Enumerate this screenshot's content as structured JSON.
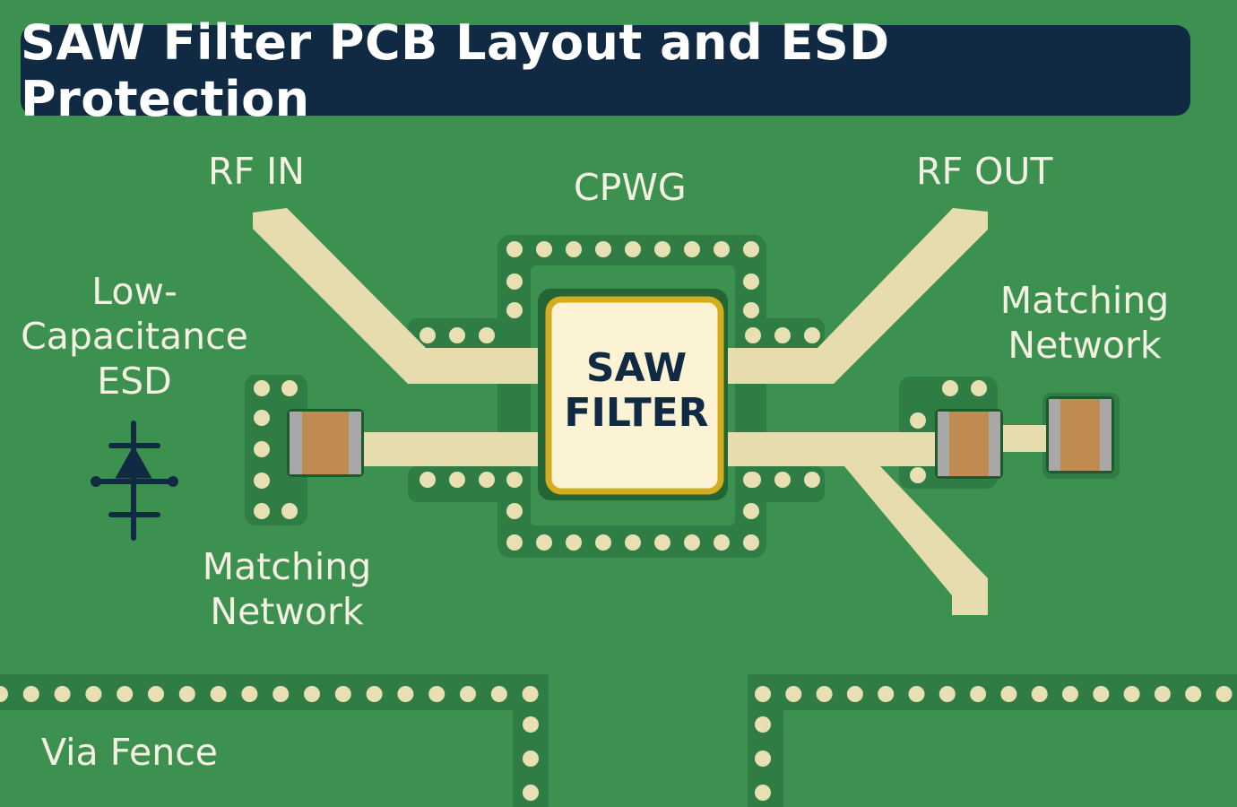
{
  "title": "SAW Filter PCB Layout and ESD Protection",
  "component": {
    "line1": "SAW",
    "line2": "FILTER"
  },
  "labels": {
    "rf_in": "RF IN",
    "rf_out": "RF OUT",
    "cpwg": "CPWG",
    "esd_line1": "Low-",
    "esd_line2": "Capacitance",
    "esd_line3": "ESD",
    "matching_left_line1": "Matching",
    "matching_left_line2": "Network",
    "matching_right_line1": "Matching",
    "matching_right_line2": "Network",
    "via_fence": "Via Fence"
  },
  "colors": {
    "board": "#3c9150",
    "ground_pour": "#2f7d45",
    "copper_trace": "#e6dcae",
    "via": "#e8e0b3",
    "chip_fill": "#fbf3d3",
    "chip_border": "#d4ad1f",
    "capacitor_body": "#c08b50",
    "capacitor_end": "#a8a8a8",
    "title_background": "#102a43",
    "esd_symbol": "#102a43"
  },
  "icons": {
    "esd": "esd-diode-icon"
  }
}
